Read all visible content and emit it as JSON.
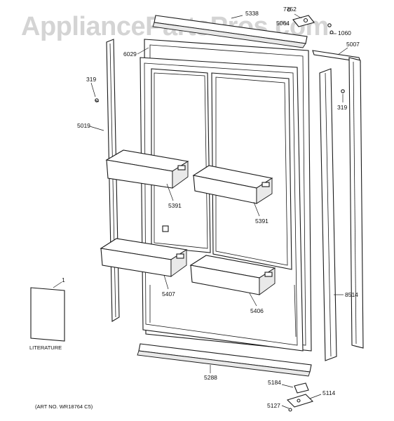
{
  "watermark": "AppliancePartsPros.com",
  "art_number": "(ART NO. WR18764 C5)",
  "literature_label": "LITERATURE",
  "callouts": {
    "p5338": "5338",
    "p7752": "7752",
    "p5064": "5064",
    "p1060": "1060",
    "p5007": "5007",
    "p6029": "6029",
    "p319_left": "319",
    "p319_right": "319",
    "p5019": "5019",
    "p5391_left": "5391",
    "p5391_right": "5391",
    "p5407": "5407",
    "p5406": "5406",
    "p8514": "8514",
    "p1": "1",
    "p5288": "5288",
    "p5184": "5184",
    "p5114": "5114",
    "p5127": "5127"
  }
}
